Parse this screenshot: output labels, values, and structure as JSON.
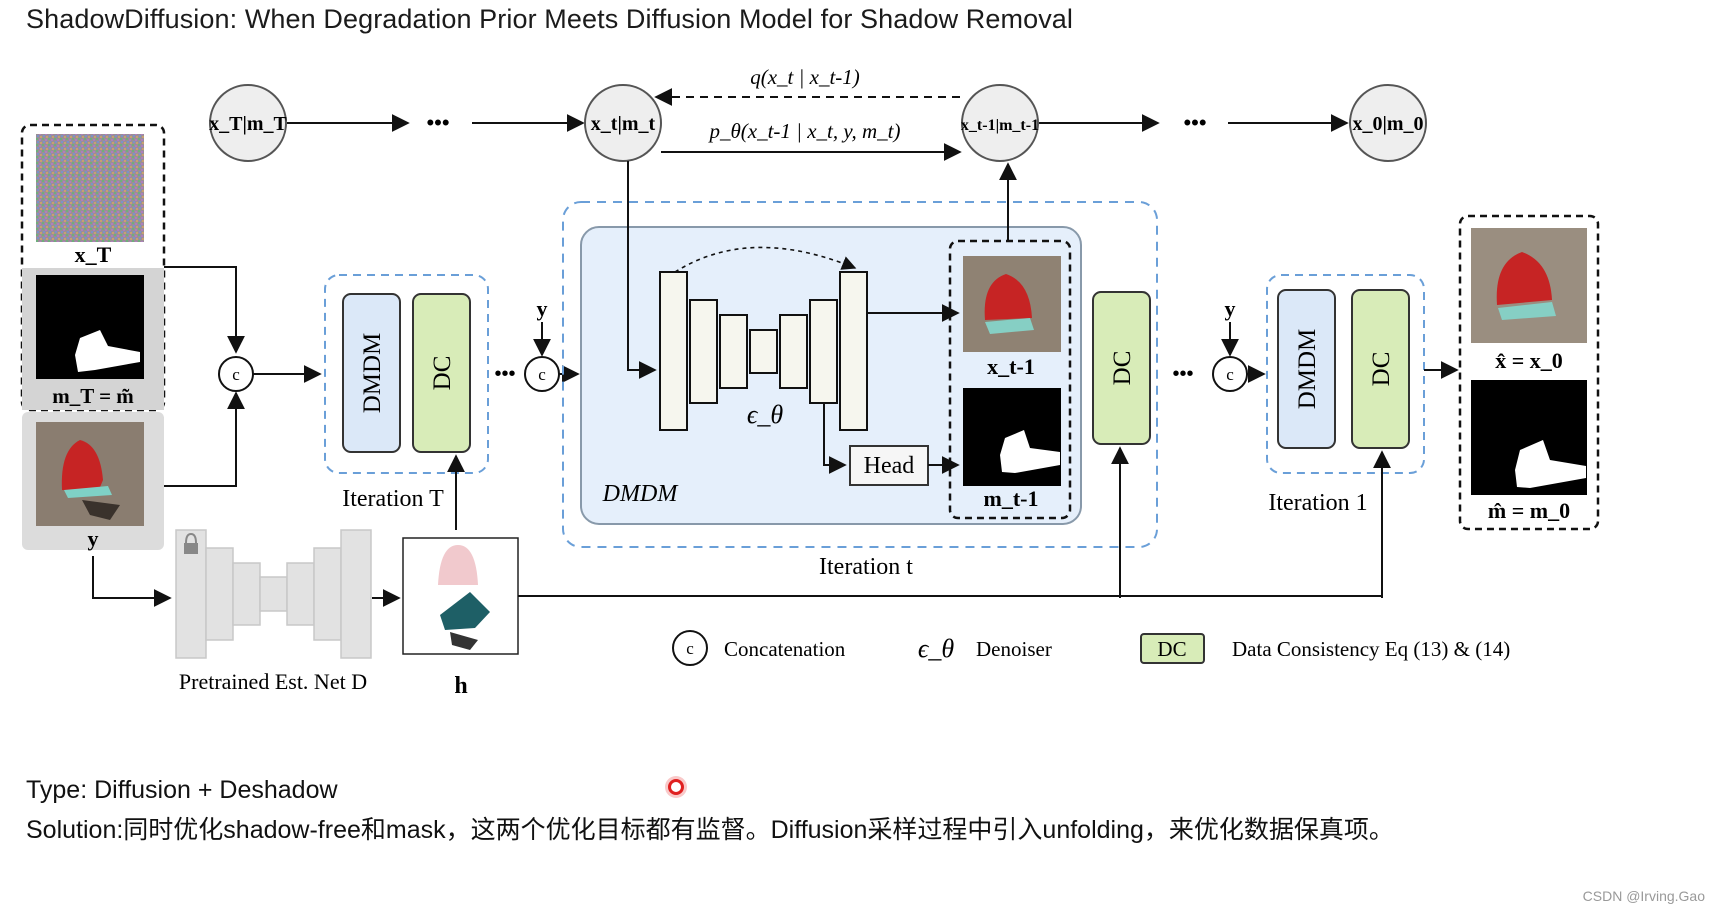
{
  "title": "ShadowDiffusion: When Degradation Prior Meets Diffusion Model for Shadow Removal",
  "chain": {
    "node_T": "x_T|m_T",
    "dots": "•••",
    "node_t": "x_t|m_t",
    "node_t1": "x_t-1|m_t-1",
    "node_0": "x_0|m_0",
    "forward_label": "q(x_t | x_t-1)",
    "reverse_label": "p_θ(x_t-1 | x_t, y, m_t)"
  },
  "inputs": {
    "xT_label": "x_T",
    "mT_label": "m_T = m̃",
    "y_label": "y"
  },
  "iteration_T": {
    "dmdm": "DMDM",
    "dc": "DC",
    "caption": "Iteration T"
  },
  "iteration_t": {
    "dmdm_caption": "DMDM",
    "eps": "ϵ_θ",
    "head": "Head",
    "x_out": "x_t-1",
    "m_out": "m_t-1",
    "dc": "DC",
    "caption": "Iteration t"
  },
  "iteration_1": {
    "dmdm": "DMDM",
    "dc": "DC",
    "caption": "Iteration 1"
  },
  "y_small": "y",
  "concat_symbol": "c",
  "outputs": {
    "x0": "x̂ = x_0",
    "m0": "m̂ = m_0"
  },
  "estnet": {
    "caption": "Pretrained Est. Net D",
    "h_label": "h"
  },
  "legend": {
    "concat_symbol": "c",
    "concat": "Concatenation",
    "eps": "ϵ_θ",
    "denoiser": "Denoiser",
    "dc": "DC",
    "dc_desc": "Data Consistency Eq (13) & (14)"
  },
  "footer": {
    "type_label": "Type: ",
    "type_value": "Diffusion + Deshadow",
    "solution_label": "Solution:",
    "solution_value": "同时优化shadow-free和mask，这两个优化目标都有监督。Diffusion采样过程中引入unfolding，来优化数据保真项。"
  },
  "watermark": "CSDN @Irving.Gao",
  "colors": {
    "dmdm_fill": "#dbe8f8",
    "dc_fill": "#d8ecb8",
    "dmdm_panel": "#e5effb",
    "dashed_blue": "#6a9fd8",
    "node_fill": "#eeeeee"
  }
}
